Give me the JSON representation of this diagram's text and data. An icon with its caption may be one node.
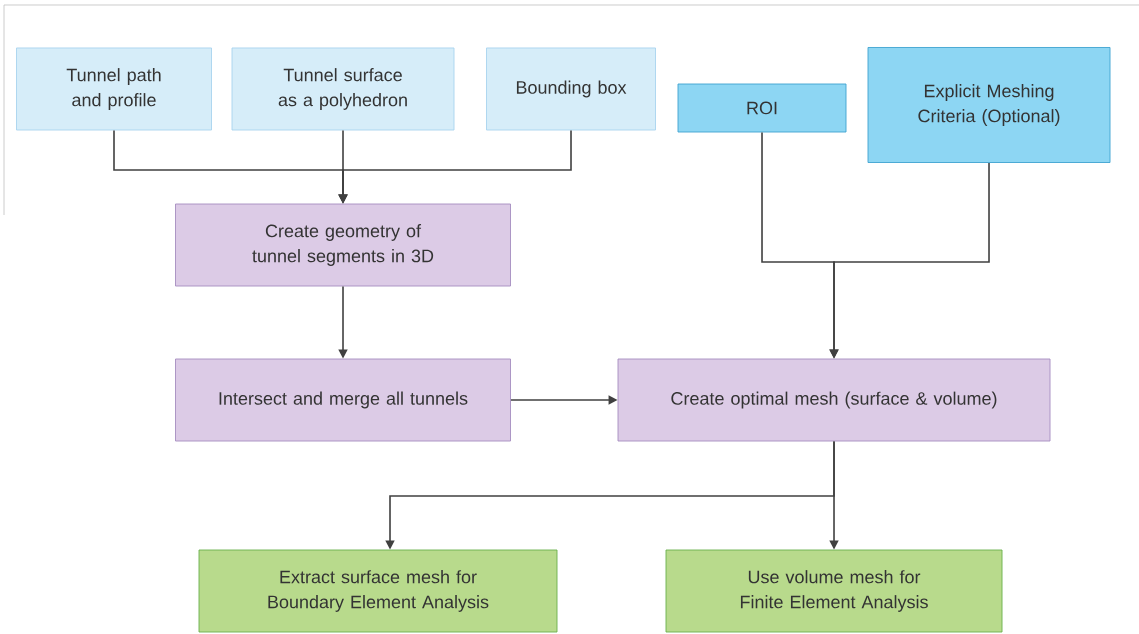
{
  "diagram": {
    "nodes": [
      {
        "text": [
          "Tunnel path and profile"
        ]
      },
      {
        "text": [
          "Tunnel surface as a polyhedron"
        ]
      },
      {
        "text": [
          "Bounding box"
        ]
      },
      {
        "text": [
          "ROI"
        ]
      },
      {
        "text": [
          "Explicit Meshing Criteria (Optional)"
        ]
      },
      {
        "text": [
          "Create geometry of tunnel segments in 3D"
        ]
      },
      {
        "text": [
          "Intersect and merge all tunnels"
        ]
      },
      {
        "text": [
          "Create optimal mesh (surface & volume)"
        ]
      },
      {
        "text": [
          "Extract surface mesh for Boundary Element Analysis"
        ]
      },
      {
        "text": [
          "Use volume mesh for Finite Element Analysis"
        ]
      }
    ],
    "edges": [
      {
        "from": 0,
        "to": 5,
        "arrow": "to"
      },
      {
        "from": 1,
        "to": 5,
        "arrow": "to"
      },
      {
        "from": 2,
        "to": 5,
        "arrow": "to"
      },
      {
        "from": 3,
        "to": 7,
        "arrow": "to"
      },
      {
        "from": 4,
        "to": 7,
        "arrow": "to"
      },
      {
        "from": 5,
        "to": 6,
        "arrow": "to"
      },
      {
        "from": 6,
        "to": 7,
        "arrow": "to"
      },
      {
        "from": 7,
        "to": 8,
        "arrow": "to"
      },
      {
        "from": 7,
        "to": 9,
        "arrow": "to"
      }
    ]
  }
}
